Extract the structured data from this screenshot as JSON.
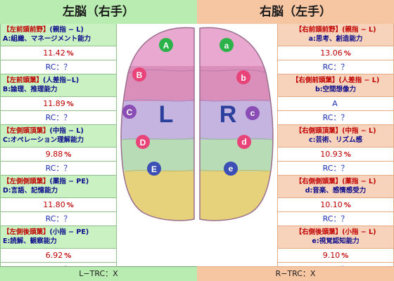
{
  "header": {
    "left": "左脳（右手）",
    "right": "右脳（左手）"
  },
  "left_items": [
    {
      "title": "【左前頭前野】",
      "finger": "(親指 − L)",
      "sub": "A:組織、マネージメント能力",
      "value": "11.42",
      "unit": "%",
      "rc": "RC：？"
    },
    {
      "title": "【左前頭葉】",
      "finger": "(人差指−L)",
      "sub": "B:論理、推理能力",
      "value": "11.89",
      "unit": "%",
      "rc": "RC：？"
    },
    {
      "title": "【左側頭頂葉】",
      "finger": "(中指 − L)",
      "sub": "C:オペレーション理解能力",
      "value": "9.88",
      "unit": "%",
      "rc": "RC：？"
    },
    {
      "title": "【左側側頭葉】",
      "finger": "(薬指 − PE)",
      "sub": "D:言語、記憶能力",
      "value": "11.80",
      "unit": "%",
      "rc": "RC：？"
    },
    {
      "title": "【左側後頭葉】",
      "finger": "(小指 − PE)",
      "sub": "E:読解、観察能力",
      "value": "6.92",
      "unit": "%",
      "rc": "RC：？"
    }
  ],
  "right_items": [
    {
      "title": "【右前頭前野】",
      "finger": "(親指 − L)",
      "sub": "a:思考、創造能力",
      "value": "13.06",
      "unit": "%",
      "rc": "RC：？"
    },
    {
      "title": "【右側前頭葉】",
      "finger": "(人差指 − L)",
      "sub": "b:空間想像力",
      "value": "A",
      "unit": "",
      "rc": "RC：？"
    },
    {
      "title": "【右側頭頂葉】",
      "finger": "(中指 − L)",
      "sub": "c:芸術、リズム感",
      "value": "10.93",
      "unit": "%",
      "rc": "RC：？"
    },
    {
      "title": "【右側側頭葉】",
      "finger": "(薬指 − L)",
      "sub": "d:音楽、感情感受力",
      "value": "10.10",
      "unit": "%",
      "rc": "RC：？"
    },
    {
      "title": "【右側後頭葉】",
      "finger": "(小指 − L)",
      "sub": "e:視覚認知能力",
      "value": "9.10",
      "unit": "%",
      "rc": "RC：？"
    }
  ],
  "brain": {
    "left_letter": "L",
    "right_letter": "R",
    "left_markers": [
      "A",
      "B",
      "C",
      "D",
      "E"
    ],
    "right_markers": [
      "a",
      "b",
      "c",
      "d",
      "e"
    ]
  },
  "footer": {
    "left": "L−TRC：X",
    "right": "R−TRC：X"
  }
}
